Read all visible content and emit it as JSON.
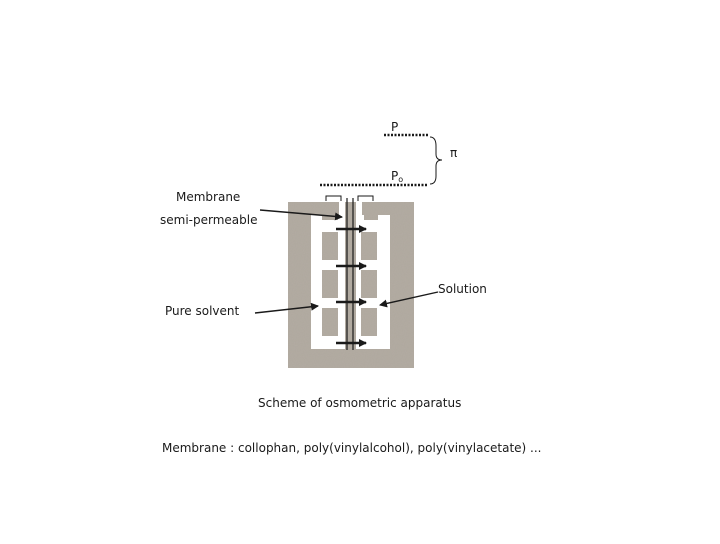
{
  "labels": {
    "pressure_top": "P",
    "pressure_bottom": "P",
    "pressure_bottom_sub": "o",
    "osmotic_pressure": "π",
    "membrane_line1": "Membrane",
    "membrane_line2": "semi-permeable",
    "solution": "Solution",
    "pure_solvent": "Pure solvent"
  },
  "caption": "Scheme of osmometric apparatus",
  "membrane_note": "Membrane :  collophan, poly(vinylalcohol), poly(vinylacetate) ...",
  "colors": {
    "granite": "#b0a99f",
    "ink": "#1a1a1a",
    "liquid": "#ffffff"
  }
}
